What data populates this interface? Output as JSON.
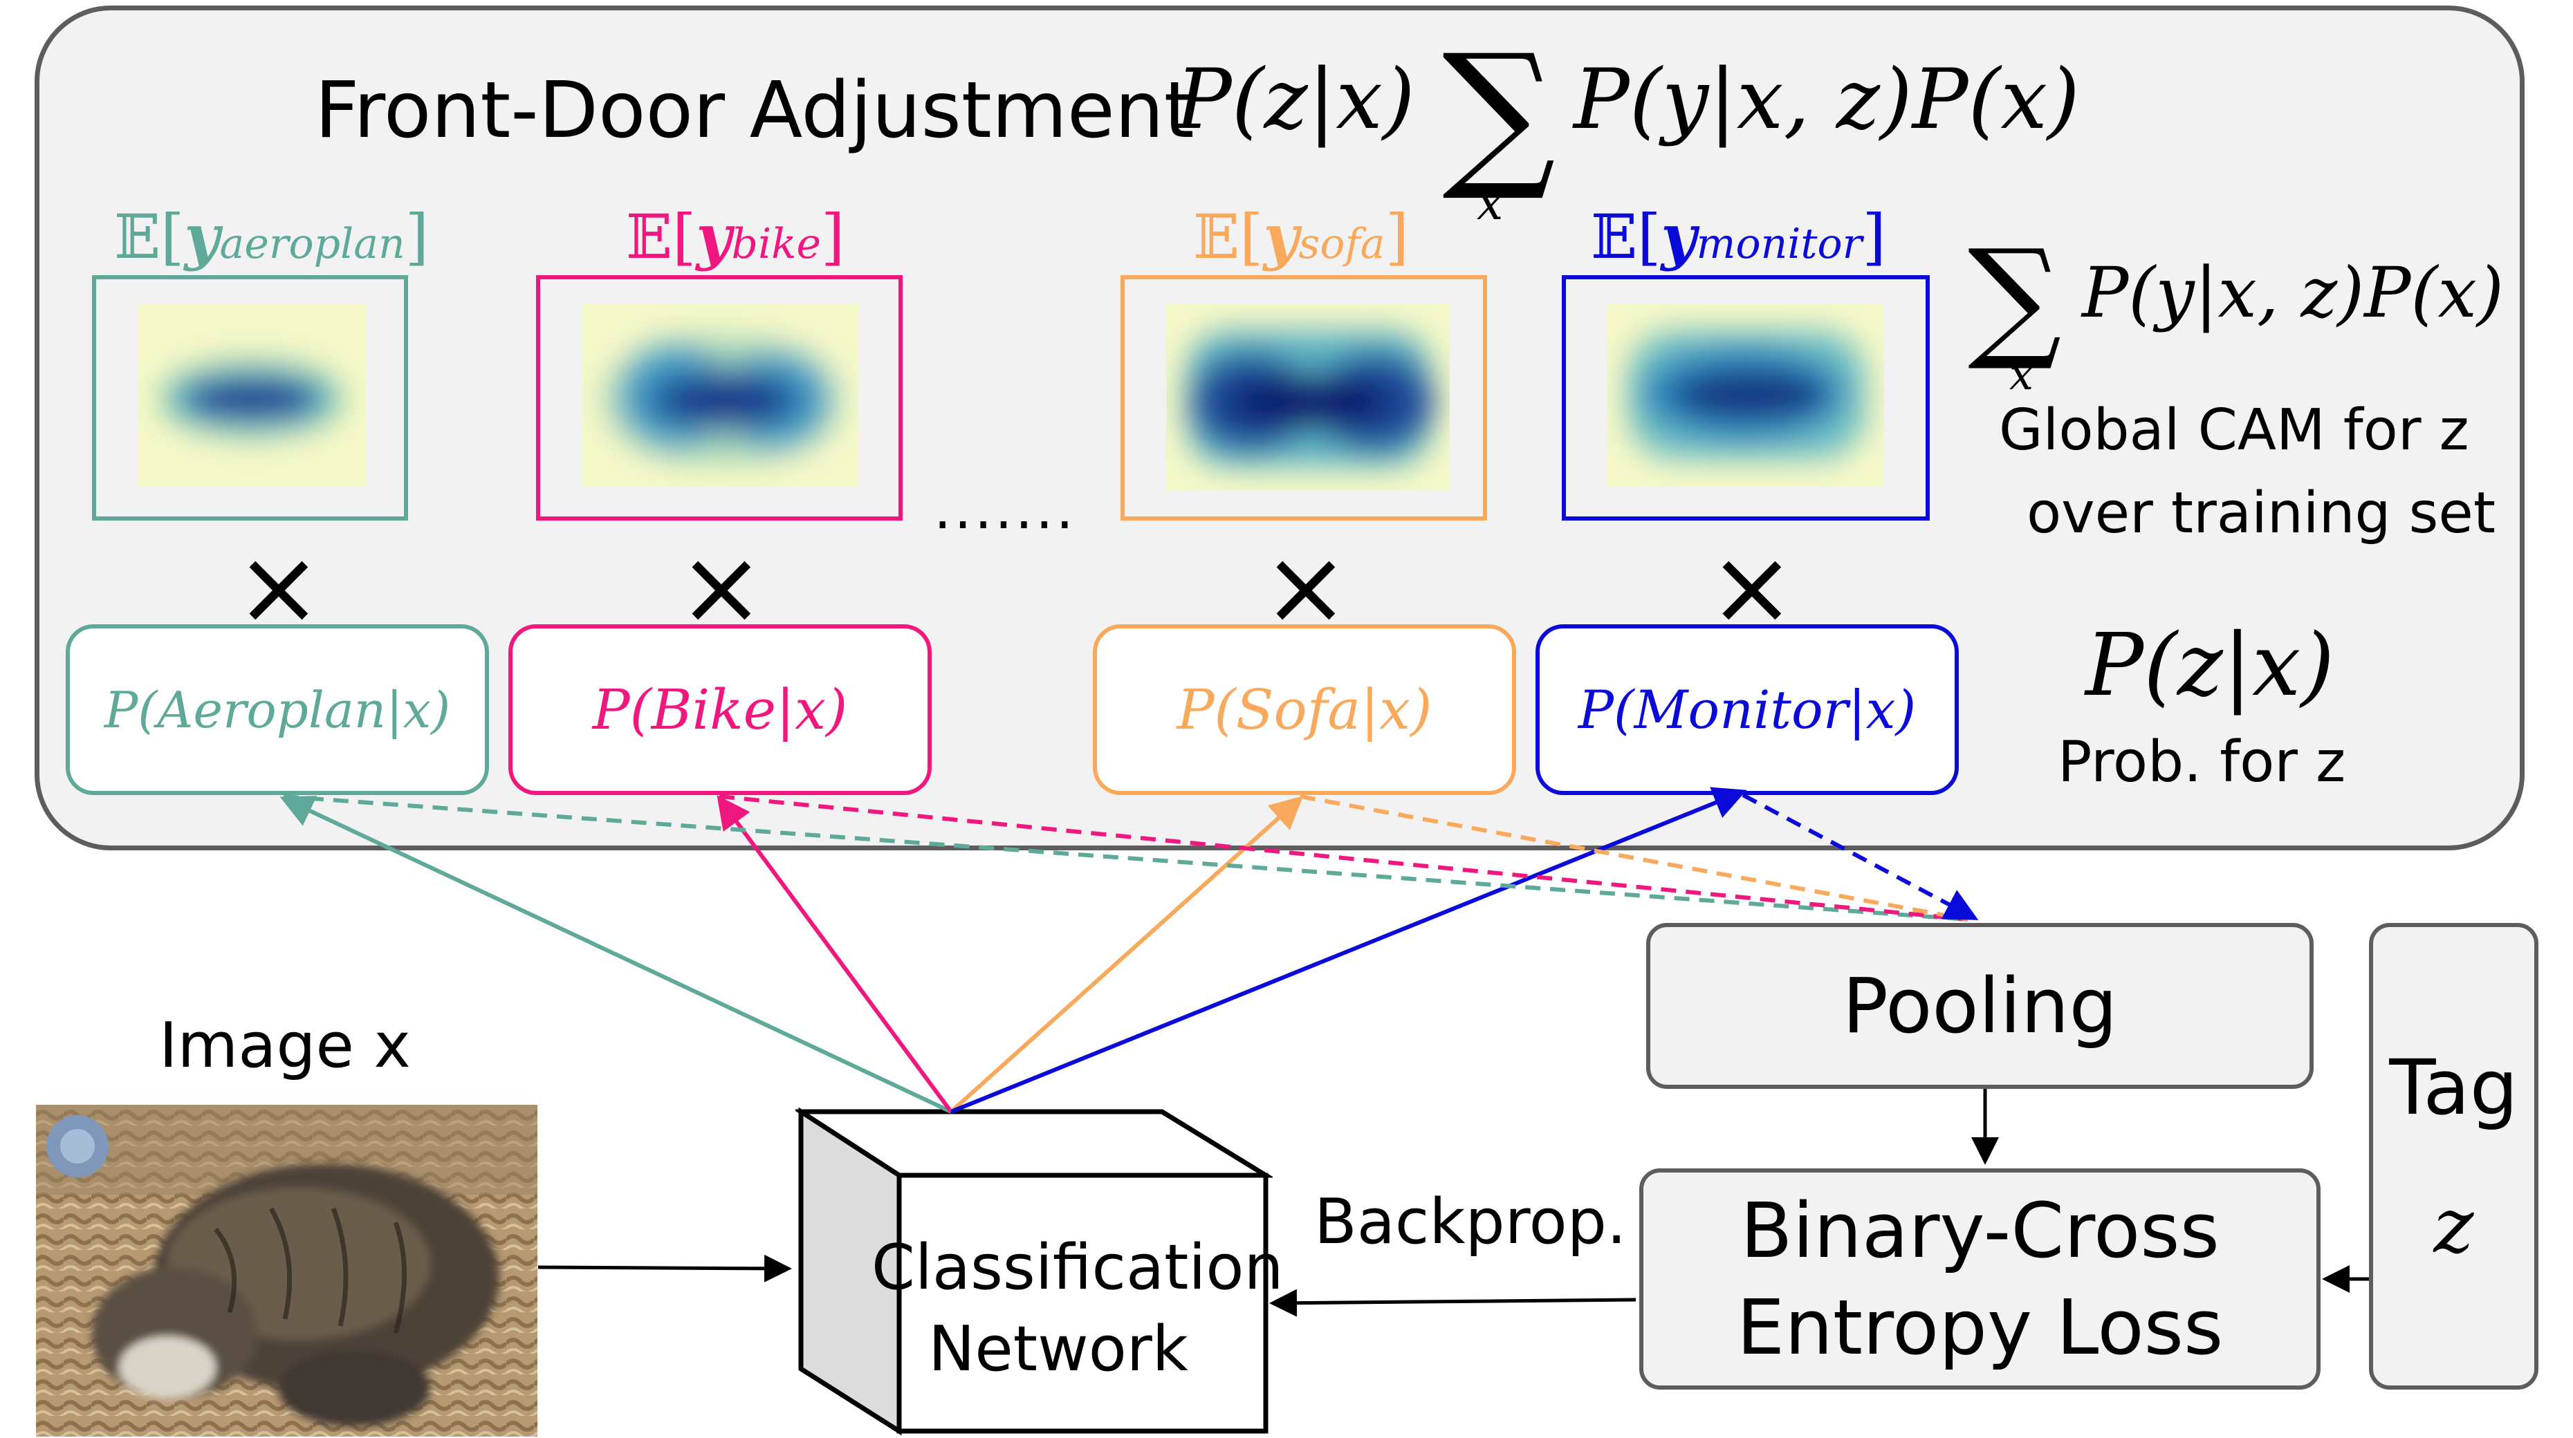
{
  "title": {
    "text": "Front-Door Adjustment",
    "formula_left": "P(z|x)",
    "sum": "∑",
    "sum_sub": "x′",
    "formula_right": "P(y|x, z)P(x)"
  },
  "classes": [
    {
      "expectation_prefix": "𝔼[",
      "var": "y",
      "sub": "aeroplan",
      "suffix": "]",
      "prob": "P(Aeroplan|x)",
      "color": "#5fa99a"
    },
    {
      "expectation_prefix": "𝔼[",
      "var": "y",
      "sub": "bike",
      "suffix": "]",
      "prob": "P(Bike|x)",
      "color": "#f0177f"
    },
    {
      "expectation_prefix": "𝔼[",
      "var": "y",
      "sub": "sofa",
      "suffix": "]",
      "prob": "P(Sofa|x)",
      "color": "#f8a95b"
    },
    {
      "expectation_prefix": "𝔼[",
      "var": "y",
      "sub": "monitor",
      "suffix": "]",
      "prob": "P(Monitor|x)",
      "color": "#0b0bd9"
    }
  ],
  "ellipsis": ".......",
  "times_symbol": "×",
  "right_labels": {
    "sum": "∑",
    "sum_sub": "x",
    "sum_formula": "P(y|x, z)P(x)",
    "global_cam_line1": "Global CAM for z",
    "global_cam_line2": "over training set",
    "pzx": "P(z|x)",
    "prob_for": "Prob. for z"
  },
  "image_label": "Image x",
  "network": {
    "line1": "Classification",
    "line2": "Network"
  },
  "backprop_label": "Backprop.",
  "pooling_label": "Pooling",
  "loss": {
    "line1": "Binary-Cross",
    "line2": "Entropy Loss"
  },
  "tag": {
    "line1": "Tag",
    "line2": "z"
  },
  "colors": {
    "panel_bg": "#f2f2f2",
    "panel_border": "#5d5d5d",
    "heat_dark": "#0c1f6e",
    "heat_mid": "#2a8fc0",
    "heat_light": "#f5f8c8"
  }
}
